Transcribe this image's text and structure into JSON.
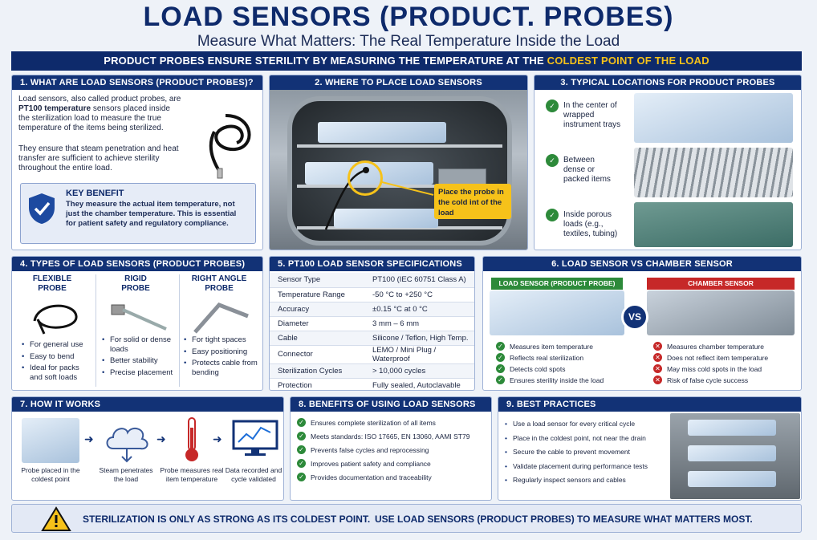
{
  "header": {
    "title": "LOAD SENSORS (PRODUCT. PROBES)",
    "subtitle": "Measure What Matters: The Real Temperature Inside the Load",
    "banner_main": "PRODUCT PROBES ENSURE STERILITY BY MEASURING THE TEMPERATURE AT THE ",
    "banner_highlight": "COLDEST POINT OF THE LOAD"
  },
  "s1": {
    "title": "1. WHAT ARE LOAD SENSORS (PRODUCT PROBES)?",
    "p1_a": "Load sensors, also called product probes, are ",
    "p1_b": "PT100 temperature",
    "p1_c": " sensors placed inside the sterilization load to measure the true temperature of the items being sterilized.",
    "p2": "They ensure that steam penetration and heat transfer are sufficient to achieve sterility throughout the entire load.",
    "kb_title": "KEY BENEFIT",
    "kb_text": "They measure the actual item temperature, not just the chamber temperature. This is essential for patient safety and regulatory compliance."
  },
  "s2": {
    "title": "2. WHERE TO PLACE LOAD SENSORS",
    "callout": "Place the probe in the cold  int of the load"
  },
  "s3": {
    "title": "3. TYPICAL LOCATIONS FOR PRODUCT PROBES",
    "items": [
      "In the center of wrapped instrument trays",
      "Between dense or packed items",
      "Inside porous loads (e.g., textiles, tubing)"
    ]
  },
  "s4": {
    "title": "4. TYPES OF LOAD SENSORS (PRODUCT PROBES)",
    "cols": [
      {
        "name": "FLEXIBLE PROBE",
        "items": [
          "For general use",
          "Easy to bend",
          "Ideal for packs and soft loads"
        ]
      },
      {
        "name": "RIGID PROBE",
        "items": [
          "For solid or dense loads",
          "Better stability",
          "Precise placement"
        ]
      },
      {
        "name": "RIGHT ANGLE PROBE",
        "items": [
          "For tight spaces",
          "Easy positioning",
          "Protects cable from bending"
        ]
      }
    ]
  },
  "s5": {
    "title": "5. PT100 LOAD SENSOR SPECIFICATIONS",
    "rows": [
      [
        "Sensor Type",
        "PT100 (IEC 60751 Class A)"
      ],
      [
        "Temperature Range",
        "-50 °C to +250 °C"
      ],
      [
        "Accuracy",
        "±0.15 °C at 0 °C"
      ],
      [
        "Diameter",
        "3 mm – 6 mm"
      ],
      [
        "Cable",
        "Silicone / Teflon, High Temp."
      ],
      [
        "Connector",
        "LEMO / Mini Plug / Waterproof"
      ],
      [
        "Sterilization Cycles",
        "> 10,000 cycles"
      ],
      [
        "Protection",
        "Fully sealed, Autoclavable"
      ]
    ]
  },
  "s6": {
    "title": "6. LOAD SENSOR VS CHAMBER SENSOR",
    "load_label": "LOAD SENSOR (PRODUCT PROBE)",
    "chamber_label": "CHAMBER SENSOR",
    "vs": "VS",
    "load_items": [
      "Measures item temperature",
      "Reflects real sterilization",
      "Detects cold spots",
      "Ensures sterility inside the load"
    ],
    "chamber_items": [
      "Measures chamber temperature",
      "Does not reflect item temperature",
      "May miss cold spots in the load",
      "Risk of false cycle success"
    ]
  },
  "s7": {
    "title": "7. HOW IT WORKS",
    "steps": [
      "Probe placed in the coldest point",
      "Steam penetrates the load",
      "Probe measures real item temperature",
      "Data recorded and cycle validated"
    ]
  },
  "s8": {
    "title": "8. BENEFITS OF USING LOAD SENSORS",
    "items": [
      "Ensures complete sterilization of all items",
      "Meets standards: ISO 17665, EN 13060, AAMI ST79",
      "Prevents false cycles and reprocessing",
      "Improves patient safety and compliance",
      "Provides documentation and traceability"
    ]
  },
  "s9": {
    "title": "9. BEST PRACTICES",
    "items": [
      "Use a load sensor for every critical cycle",
      "Place in the coldest point, not near the drain",
      "Secure the cable to prevent movement",
      "Validate placement during performance tests",
      "Regularly inspect sensors and cables"
    ]
  },
  "footer": {
    "left": "STERILIZATION IS ONLY AS STRONG AS ITS COLDEST POINT.",
    "right": "USE LOAD SENSORS (PRODUCT PROBES) TO MEASURE WHAT MATTERS MOST."
  },
  "colors": {
    "navy": "#0e2a6b",
    "accent": "#f6c21a",
    "green": "#2d8a3a",
    "red": "#c62828"
  }
}
